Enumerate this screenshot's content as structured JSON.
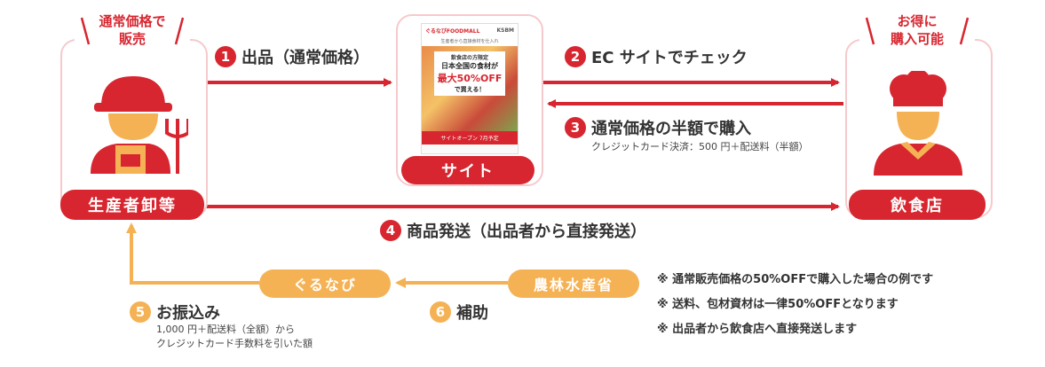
{
  "producer": {
    "callout_line1": "通常価格で",
    "callout_line2": "販売",
    "label": "生産者卸等"
  },
  "site": {
    "label": "サイト",
    "thumb": {
      "brand": "ぐるなびFOODMALL",
      "tag": "KSBM",
      "line1": "生産者から直接食材を仕入れ",
      "badge": "飲食店の方限定",
      "headline1": "日本全国の食材が",
      "headline2": "最大50%OFF",
      "headline3": "で買える！",
      "footer": "サイトオープン 7月予定"
    }
  },
  "restaurant": {
    "callout_line1": "お得に",
    "callout_line2": "購入可能",
    "label": "飲食店"
  },
  "steps": [
    {
      "num": "1",
      "text": "出品（通常価格）"
    },
    {
      "num": "2",
      "text": "EC サイトでチェック"
    },
    {
      "num": "3",
      "text": "通常価格の半額で購入",
      "sub": "クレジットカード決済：500 円＋配送料（半額）"
    },
    {
      "num": "4",
      "text": "商品発送（出品者から直接発送）"
    },
    {
      "num": "5",
      "text": "お振込み",
      "sub1": "1,000 円＋配送料（全額）から",
      "sub2": "クレジットカード手数料を引いた額"
    },
    {
      "num": "6",
      "text": "補助"
    }
  ],
  "gurunavi": {
    "label": "ぐるなび"
  },
  "ministry": {
    "label": "農林水産省"
  },
  "notes": [
    "※ 通常販売価格の50%OFFで購入した場合の例です",
    "※ 送料、包材資材は一律50%OFFとなります",
    "※ 出品者から飲食店へ直接発送します"
  ],
  "colors": {
    "red": "#d7262f",
    "orange": "#f5b255",
    "pink_border": "#f6c9cc",
    "skin": "#f5b255"
  }
}
